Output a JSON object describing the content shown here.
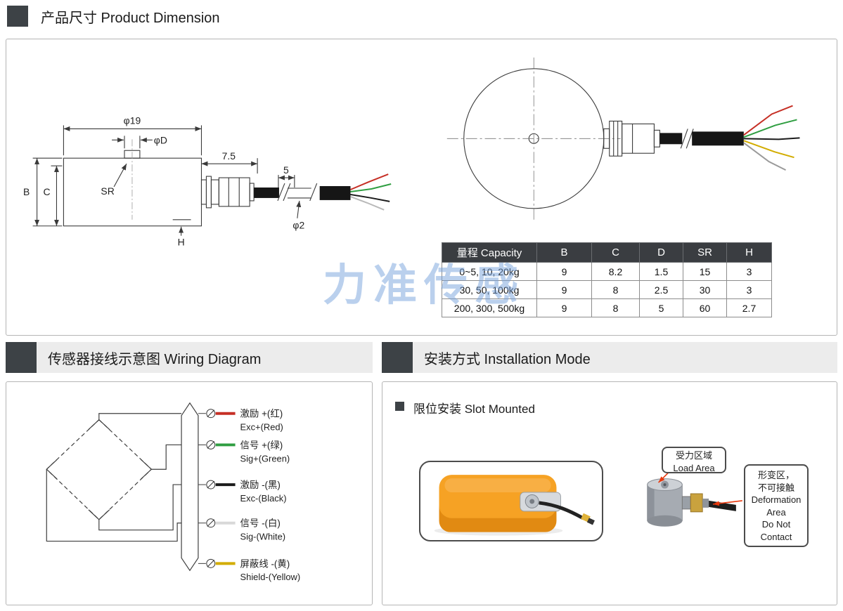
{
  "page": {
    "header": {
      "title": "产品尺寸 Product Dimension"
    },
    "dimension": {
      "watermark": "力准传感",
      "labels": {
        "dia19": "φ19",
        "diaD": "φD",
        "len75": "7.5",
        "len5": "5",
        "sr": "SR",
        "b": "B",
        "c": "C",
        "h": "H",
        "dia2": "φ2"
      },
      "table": {
        "headers": [
          "量程 Capacity",
          "B",
          "C",
          "D",
          "SR",
          "H"
        ],
        "rows": [
          [
            "0~5, 10, 20kg",
            "9",
            "8.2",
            "1.5",
            "15",
            "3"
          ],
          [
            "30, 50, 100kg",
            "9",
            "8",
            "2.5",
            "30",
            "3"
          ],
          [
            "200, 300, 500kg",
            "9",
            "8",
            "5",
            "60",
            "2.7"
          ]
        ]
      }
    },
    "wiring": {
      "title": "传感器接线示意图 Wiring Diagram",
      "wires": [
        {
          "cn": "激励 +(红)",
          "en": "Exc+(Red)",
          "color": "#c62f25"
        },
        {
          "cn": "信号 +(绿)",
          "en": "Sig+(Green)",
          "color": "#2f9e41"
        },
        {
          "cn": "激励 -(黑)",
          "en": "Exc-(Black)",
          "color": "#1b1b1b"
        },
        {
          "cn": "信号 -(白)",
          "en": "Sig-(White)",
          "color": "#d8d8d8"
        },
        {
          "cn": "屏蔽线 -(黄)",
          "en": "Shield-(Yellow)",
          "color": "#d2ac00"
        }
      ]
    },
    "install": {
      "title": "安装方式 Installation Mode",
      "subtitle": "限位安装 Slot Mounted",
      "load_area_line1": "受力区域",
      "load_area_line2": "Load Area",
      "deformation_lines": [
        "形变区，",
        "不可接触",
        "Deformation",
        "Area",
        "Do Not",
        "Contact"
      ]
    },
    "colors": {
      "accent_dark": "#3d4246",
      "watermark_blue": "#78a3dc",
      "callout_red": "#e8380d",
      "block_orange": "#f6a224"
    }
  }
}
